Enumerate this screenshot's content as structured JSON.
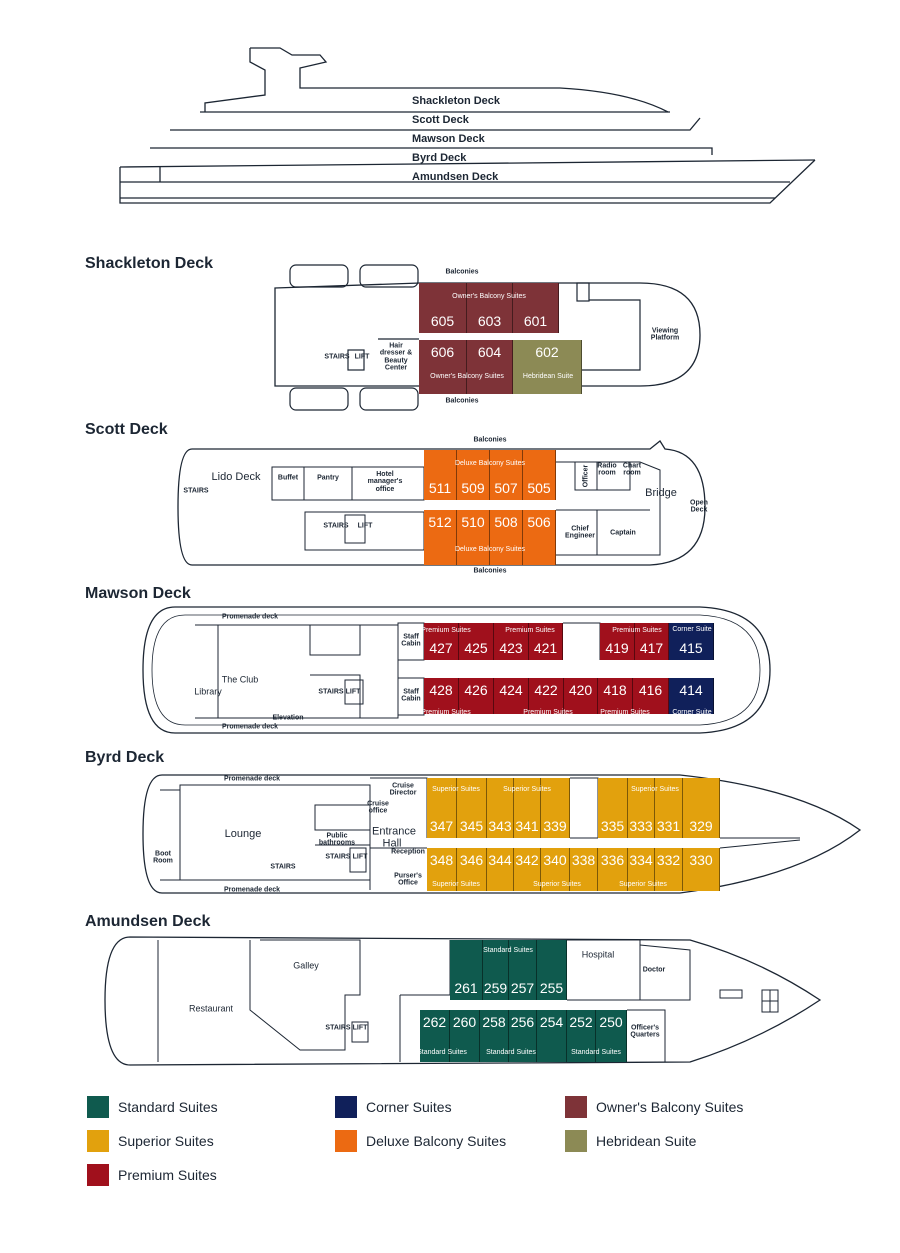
{
  "profile": {
    "decks": [
      "Shackleton Deck",
      "Scott Deck",
      "Mawson Deck",
      "Byrd Deck",
      "Amundsen Deck"
    ]
  },
  "colors": {
    "standard": "#0f5a4e",
    "superior": "#e2a10d",
    "premium": "#a0101c",
    "corner": "#10205a",
    "deluxe": "#ec6a12",
    "owner": "#7e3338",
    "hebridean": "#8c8a55"
  },
  "decks": [
    {
      "title": "Shackleton Deck",
      "cabins": [
        {
          "no": "605",
          "cat": "owner"
        },
        {
          "no": "603",
          "cat": "owner"
        },
        {
          "no": "601",
          "cat": "owner"
        },
        {
          "no": "606",
          "cat": "owner"
        },
        {
          "no": "604",
          "cat": "owner"
        },
        {
          "no": "602",
          "cat": "hebridean"
        }
      ],
      "category_labels": [
        "Owner's Balcony Suites",
        "Owner's Balcony Suites",
        "Hebridean Suite"
      ],
      "labels": [
        "Balconies",
        "Balconies",
        "Viewing Platform",
        "Hair dresser & Beauty Center",
        "STAIRS",
        "LIFT"
      ]
    },
    {
      "title": "Scott Deck",
      "cabins": [
        {
          "no": "511",
          "cat": "deluxe"
        },
        {
          "no": "509",
          "cat": "deluxe"
        },
        {
          "no": "507",
          "cat": "deluxe"
        },
        {
          "no": "505",
          "cat": "deluxe"
        },
        {
          "no": "512",
          "cat": "deluxe"
        },
        {
          "no": "510",
          "cat": "deluxe"
        },
        {
          "no": "508",
          "cat": "deluxe"
        },
        {
          "no": "506",
          "cat": "deluxe"
        }
      ],
      "category_labels": [
        "Deluxe Balcony Suites",
        "Deluxe Balcony Suites"
      ],
      "labels": [
        "Balconies",
        "Balconies",
        "Lido Deck",
        "Buffet",
        "Pantry",
        "Hotel manager's office",
        "STAIRS",
        "LIFT",
        "Officer",
        "Radio room",
        "Chart room",
        "Bridge",
        "Open Deck",
        "Chief Engineer",
        "Captain",
        "STAIRS"
      ]
    },
    {
      "title": "Mawson Deck",
      "cabins": [
        {
          "no": "427",
          "cat": "premium"
        },
        {
          "no": "425",
          "cat": "premium"
        },
        {
          "no": "423",
          "cat": "premium"
        },
        {
          "no": "421",
          "cat": "premium"
        },
        {
          "no": "419",
          "cat": "premium"
        },
        {
          "no": "417",
          "cat": "premium"
        },
        {
          "no": "415",
          "cat": "corner"
        },
        {
          "no": "428",
          "cat": "premium"
        },
        {
          "no": "426",
          "cat": "premium"
        },
        {
          "no": "424",
          "cat": "premium"
        },
        {
          "no": "422",
          "cat": "premium"
        },
        {
          "no": "420",
          "cat": "premium"
        },
        {
          "no": "418",
          "cat": "premium"
        },
        {
          "no": "416",
          "cat": "premium"
        },
        {
          "no": "414",
          "cat": "corner"
        }
      ],
      "category_labels": [
        "Premium Suites",
        "Premium Suites",
        "Premium Suites",
        "Corner Suite",
        "Premium Suites",
        "Premium Suites",
        "Premium Suites",
        "Corner Suite"
      ],
      "labels": [
        "Promenade deck",
        "Promenade deck",
        "The Club",
        "Library",
        "Staff Cabin",
        "Staff Cabin",
        "STAIRS",
        "LIFT",
        "Elevation"
      ]
    },
    {
      "title": "Byrd Deck",
      "cabins": [
        {
          "no": "347",
          "cat": "superior"
        },
        {
          "no": "345",
          "cat": "superior"
        },
        {
          "no": "343",
          "cat": "superior"
        },
        {
          "no": "341",
          "cat": "superior"
        },
        {
          "no": "339",
          "cat": "superior"
        },
        {
          "no": "335",
          "cat": "superior"
        },
        {
          "no": "333",
          "cat": "superior"
        },
        {
          "no": "331",
          "cat": "superior"
        },
        {
          "no": "329",
          "cat": "superior"
        },
        {
          "no": "348",
          "cat": "superior"
        },
        {
          "no": "346",
          "cat": "superior"
        },
        {
          "no": "344",
          "cat": "superior"
        },
        {
          "no": "342",
          "cat": "superior"
        },
        {
          "no": "340",
          "cat": "superior"
        },
        {
          "no": "338",
          "cat": "superior"
        },
        {
          "no": "336",
          "cat": "superior"
        },
        {
          "no": "334",
          "cat": "superior"
        },
        {
          "no": "332",
          "cat": "superior"
        },
        {
          "no": "330",
          "cat": "superior"
        }
      ],
      "category_labels": [
        "Superior Suites",
        "Superior Suites",
        "Superior Suites",
        "Superior Suites",
        "Superior Suites",
        "Superior Suites"
      ],
      "labels": [
        "Promenade deck",
        "Promenade deck",
        "Lounge",
        "Boot Room",
        "Public bathrooms",
        "Cruise office",
        "Cruise Director",
        "Entrance Hall",
        "Reception",
        "Purser's Office",
        "STAIRS",
        "LIFT",
        "STAIRS"
      ]
    },
    {
      "title": "Amundsen Deck",
      "cabins": [
        {
          "no": "261",
          "cat": "standard"
        },
        {
          "no": "259",
          "cat": "standard"
        },
        {
          "no": "257",
          "cat": "standard"
        },
        {
          "no": "255",
          "cat": "standard"
        },
        {
          "no": "262",
          "cat": "standard"
        },
        {
          "no": "260",
          "cat": "standard"
        },
        {
          "no": "258",
          "cat": "standard"
        },
        {
          "no": "256",
          "cat": "standard"
        },
        {
          "no": "254",
          "cat": "standard"
        },
        {
          "no": "252",
          "cat": "standard"
        },
        {
          "no": "250",
          "cat": "standard"
        }
      ],
      "category_labels": [
        "Standard Suites",
        "Standard Suites",
        "Standard Suites",
        "Standard Suites"
      ],
      "labels": [
        "Galley",
        "Restaurant",
        "Hospital",
        "Doctor",
        "Officer's Quarters",
        "STAIRS",
        "LIFT"
      ]
    }
  ],
  "legend": [
    {
      "label": "Standard Suites",
      "cat": "standard"
    },
    {
      "label": "Superior Suites",
      "cat": "superior"
    },
    {
      "label": "Premium Suites",
      "cat": "premium"
    },
    {
      "label": "Corner Suites",
      "cat": "corner"
    },
    {
      "label": "Deluxe Balcony Suites",
      "cat": "deluxe"
    },
    {
      "label": "Owner's Balcony Suites",
      "cat": "owner"
    },
    {
      "label": "Hebridean Suite",
      "cat": "hebridean"
    }
  ]
}
